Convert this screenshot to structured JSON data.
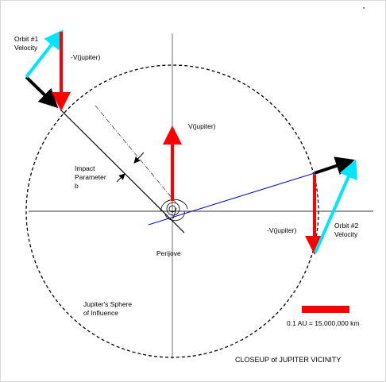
{
  "labels": {
    "orbit1": [
      "Orbit #1",
      "Velocity"
    ],
    "orbit2": [
      "Orbit #2",
      "Velocity"
    ],
    "neg_vj_top": "-V(jupiter)",
    "neg_vj_right": "-V(jupiter)",
    "vj": "V(jupiter)",
    "impact": [
      "Impact",
      "Parameter",
      "b"
    ],
    "perijove": "Perijove",
    "sphere": [
      "Jupiter's Sphere",
      "of Influence"
    ],
    "scale": "0.1 AU = 15,000,000 km",
    "caption": "CLOSEUP of JUPITER VICINITY"
  },
  "colors": {
    "velocity_relative": "#000000",
    "velocity_heliocentric": "#00e5ff",
    "jupiter_velocity": "#ff0000",
    "outgoing_path": "#1010c0"
  },
  "icons": {
    "jupiter": "spiral-jupiter-icon"
  }
}
